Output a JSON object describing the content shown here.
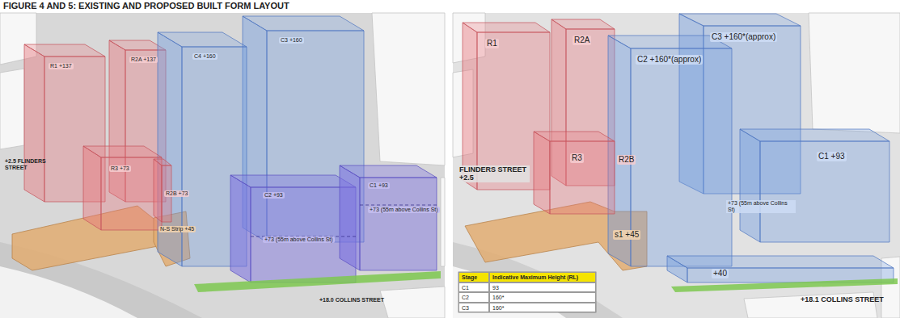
{
  "diagram": {
    "title": "FIGURE 4 AND 5: EXISTING AND PROPOSED BUILT FORM LAYOUT",
    "nodes": [
      {
        "text": [
          "R1 +137"
        ]
      },
      {
        "text": [
          "R2A +137"
        ]
      },
      {
        "text": [
          "C4 +160"
        ]
      },
      {
        "text": [
          "C3 +160"
        ]
      },
      {
        "text": [
          "R3 +73"
        ]
      },
      {
        "text": [
          "R2B +73"
        ]
      },
      {
        "text": [
          "N-S Strip +45"
        ]
      },
      {
        "text": [
          "C2 +93",
          "+73 (55m above Collins St)"
        ]
      },
      {
        "text": [
          "C1 +93",
          "+73 (55m above Collins St)"
        ]
      },
      {
        "text": [
          "R1"
        ]
      },
      {
        "text": [
          "R2A"
        ]
      },
      {
        "text": [
          "C2 +160*(approx)"
        ]
      },
      {
        "text": [
          "C3 +160*(approx)"
        ]
      },
      {
        "text": [
          "R3"
        ]
      },
      {
        "text": [
          "R2B"
        ]
      },
      {
        "text": [
          "s1 +45"
        ]
      },
      {
        "text": [
          "C1 +93"
        ]
      },
      {
        "text": [
          "+40"
        ]
      }
    ],
    "labels": [
      "+2.5 FLINDERS STREET",
      "+18.0 COLLINS STREET",
      "FLINDERS STREET +2.5",
      "+73 (55m above Collins St)",
      "+18.1 COLLINS STREET",
      "Stage",
      "Indicative Maximum Height (RL)",
      "C1",
      "93",
      "C2",
      "160*",
      "C3",
      "160*"
    ]
  }
}
